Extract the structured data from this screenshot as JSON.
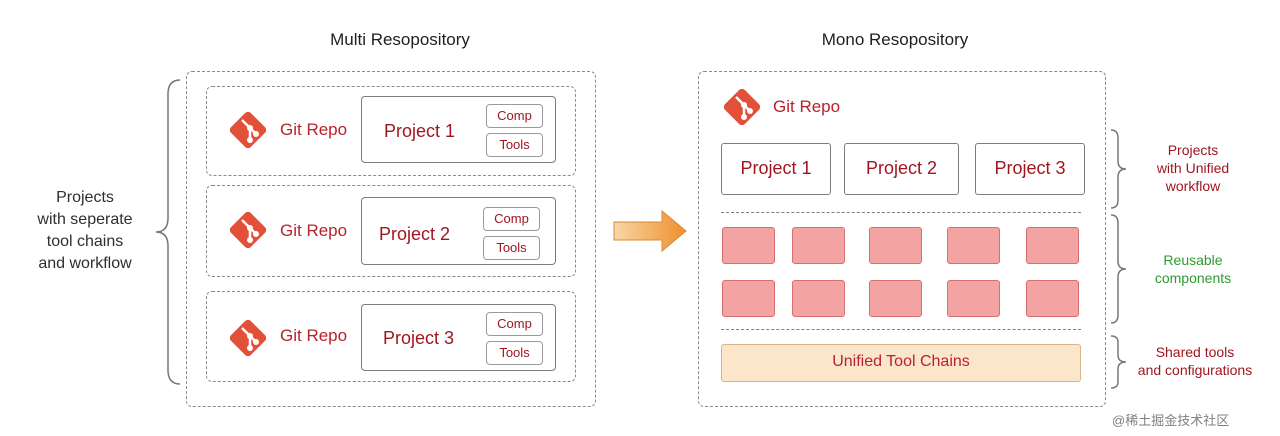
{
  "titles": {
    "multi": "Multi Resopository",
    "mono": "Mono Resopository"
  },
  "left_caption": [
    "Projects",
    "with seperate",
    "tool chains",
    "and workflow"
  ],
  "multi_repos": [
    {
      "git": "Git Repo",
      "project": "Project 1",
      "comp": "Comp",
      "tools": "Tools"
    },
    {
      "git": "Git Repo",
      "project": "Project 2",
      "comp": "Comp",
      "tools": "Tools"
    },
    {
      "git": "Git Repo",
      "project": "Project 3",
      "comp": "Comp",
      "tools": "Tools"
    }
  ],
  "mono": {
    "git": "Git Repo",
    "projects": [
      "Project 1",
      "Project 2",
      "Project 3"
    ],
    "toolchain": "Unified Tool Chains"
  },
  "right_captions": {
    "projects": [
      "Projects",
      "with Unified",
      "workflow"
    ],
    "components": [
      "Reusable",
      "components"
    ],
    "tools": [
      "Shared tools",
      "and configurations"
    ]
  },
  "colors": {
    "git_red": "#e2503a",
    "project_text": "#a0161f",
    "component_fill": "#f3a3a2",
    "toolchain_fill": "#fbe6cc",
    "caption_projects": "#a0161f",
    "caption_components": "#2e9a2e",
    "caption_tools": "#a0161f",
    "arrow_start": "#f7d7a7",
    "arrow_end": "#ef8f2a"
  },
  "icons": {
    "git": "git-logo-icon",
    "arrow": "right-arrow-icon"
  },
  "watermark": "@稀土掘金技术社区"
}
